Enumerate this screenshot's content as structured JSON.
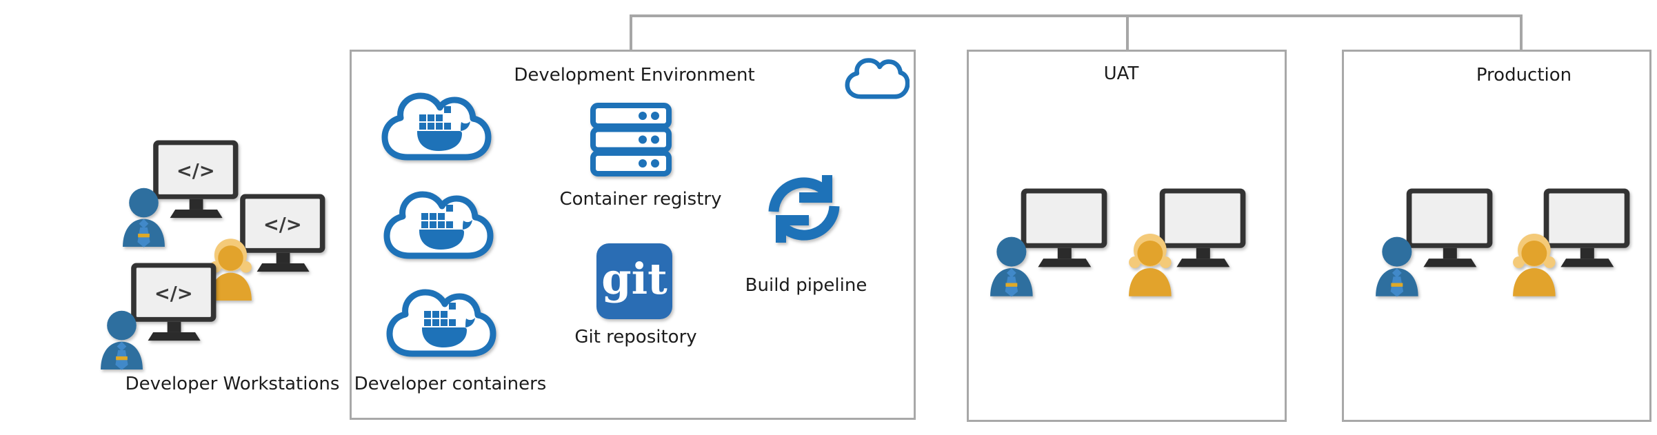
{
  "diagram": {
    "workstations": {
      "label": "Developer Workstations"
    },
    "development_environment": {
      "title": "Development Environment",
      "developer_containers_label": "Developer containers",
      "container_registry_label": "Container registry",
      "git_logo_text": "git",
      "git_repository_label": "Git repository",
      "build_pipeline_label": "Build pipeline"
    },
    "uat": {
      "title": "UAT"
    },
    "production": {
      "title": "Production"
    }
  },
  "icons": {
    "code_glyph": "</>",
    "names": [
      "docker-cloud-icon",
      "cloud-icon",
      "server-registry-icon",
      "git-logo",
      "sync-arrows-icon",
      "monitor-icon",
      "male-user-icon",
      "female-user-icon",
      "connector-line"
    ]
  },
  "colors": {
    "accent_blue": "#1e72b8",
    "git_blue": "#2a6db4",
    "person_blue": "#2e6f9f",
    "tie_blue": "#4189c9",
    "tie_stripe_gold": "#dfa927",
    "person_orange": "#e2a32c",
    "hair_orange": "#f4ca79",
    "monitor_dark": "#333333",
    "screen_light": "#efefef",
    "connector_gray": "#a6a6a6",
    "text": "#1c1c1c"
  }
}
